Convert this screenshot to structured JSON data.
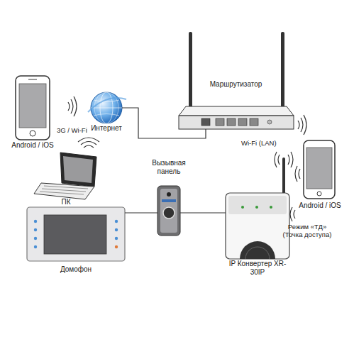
{
  "diagram": {
    "nodes": [
      {
        "text": [
          "Маршрутизатор"
        ]
      },
      {
        "text": [
          "Android / iOS"
        ]
      },
      {
        "text": [
          "Интернет"
        ]
      },
      {
        "text": [
          "ПК"
        ]
      },
      {
        "text": [
          "Вызывная панель"
        ]
      },
      {
        "text": [
          "Android / iOS"
        ]
      },
      {
        "text": [
          "Домофон"
        ]
      },
      {
        "text": [
          "IP Конвертер XR-30IP"
        ]
      }
    ],
    "edges": [
      {
        "from": 2,
        "to": 0,
        "arrow": "none"
      },
      {
        "from": 6,
        "to": 4,
        "arrow": "none"
      },
      {
        "from": 4,
        "to": 7,
        "arrow": "none"
      }
    ],
    "labels": [
      "3G / Wi-Fi",
      "Wi-Fi (LAN)",
      "Режим «ТД» (Точка доступа)"
    ]
  }
}
